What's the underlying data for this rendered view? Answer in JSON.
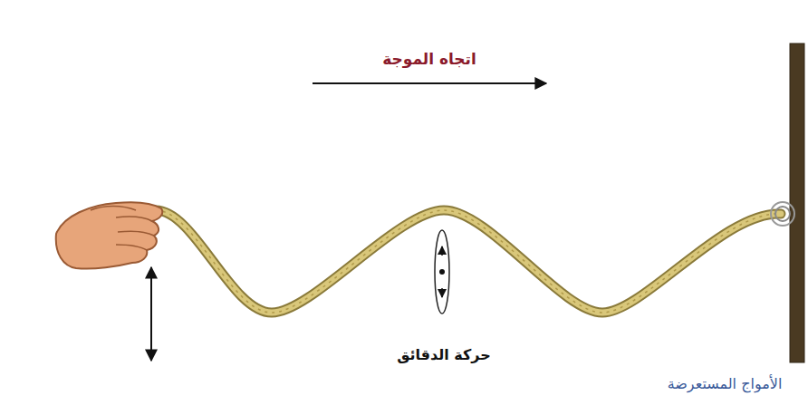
{
  "diagram": {
    "labels": [
      "اتجاه الموجة",
      "حركة الدقائق",
      "الأمواج المستعرضة"
    ]
  }
}
